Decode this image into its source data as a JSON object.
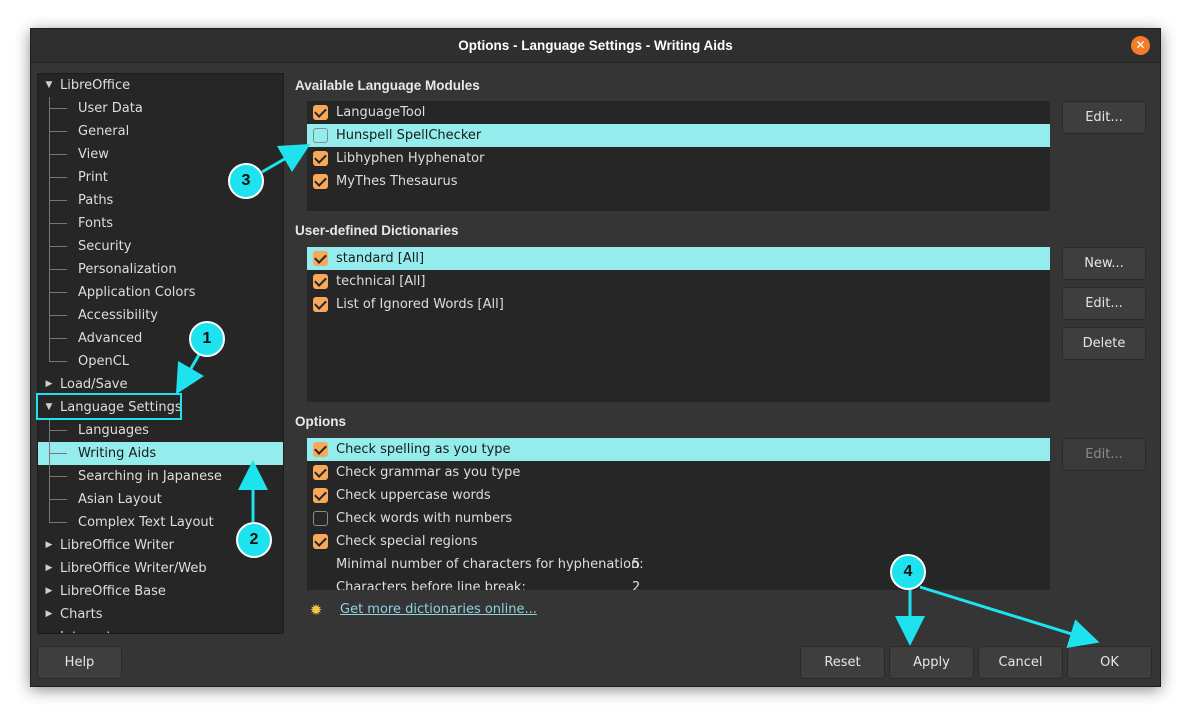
{
  "window": {
    "title": "Options - Language Settings - Writing Aids",
    "close_symbol": "✕"
  },
  "tree": {
    "items": [
      {
        "label": "LibreOffice",
        "level": 0,
        "expanded": true
      },
      {
        "label": "User Data",
        "level": 1
      },
      {
        "label": "General",
        "level": 1
      },
      {
        "label": "View",
        "level": 1
      },
      {
        "label": "Print",
        "level": 1
      },
      {
        "label": "Paths",
        "level": 1
      },
      {
        "label": "Fonts",
        "level": 1
      },
      {
        "label": "Security",
        "level": 1
      },
      {
        "label": "Personalization",
        "level": 1
      },
      {
        "label": "Application Colors",
        "level": 1
      },
      {
        "label": "Accessibility",
        "level": 1
      },
      {
        "label": "Advanced",
        "level": 1
      },
      {
        "label": "OpenCL",
        "level": 1
      },
      {
        "label": "Load/Save",
        "level": 0,
        "expanded": false
      },
      {
        "label": "Language Settings",
        "level": 0,
        "expanded": true
      },
      {
        "label": "Languages",
        "level": 1
      },
      {
        "label": "Writing Aids",
        "level": 1,
        "selected": true
      },
      {
        "label": "Searching in Japanese",
        "level": 1
      },
      {
        "label": "Asian Layout",
        "level": 1
      },
      {
        "label": "Complex Text Layout",
        "level": 1
      },
      {
        "label": "LibreOffice Writer",
        "level": 0,
        "expanded": false
      },
      {
        "label": "LibreOffice Writer/Web",
        "level": 0,
        "expanded": false
      },
      {
        "label": "LibreOffice Base",
        "level": 0,
        "expanded": false
      },
      {
        "label": "Charts",
        "level": 0,
        "expanded": false
      },
      {
        "label": "Internet",
        "level": 0,
        "expanded": false
      }
    ]
  },
  "modules": {
    "title": "Available Language Modules",
    "items": [
      {
        "label": "LanguageTool",
        "checked": true
      },
      {
        "label": "Hunspell SpellChecker",
        "checked": false,
        "selected": true
      },
      {
        "label": "Libhyphen Hyphenator",
        "checked": true
      },
      {
        "label": "MyThes Thesaurus",
        "checked": true
      }
    ],
    "edit_label": "Edit..."
  },
  "dictionaries": {
    "title": "User-defined Dictionaries",
    "items": [
      {
        "label": "standard [All]",
        "checked": true,
        "selected": true
      },
      {
        "label": "technical [All]",
        "checked": true
      },
      {
        "label": "List of Ignored Words [All]",
        "checked": true
      }
    ],
    "new_label": "New...",
    "edit_label": "Edit...",
    "delete_label": "Delete"
  },
  "options": {
    "title": "Options",
    "items": [
      {
        "label": "Check spelling as you type",
        "checked": true,
        "selected": true
      },
      {
        "label": "Check grammar as you type",
        "checked": true
      },
      {
        "label": "Check uppercase words",
        "checked": true
      },
      {
        "label": "Check words with numbers",
        "checked": false
      },
      {
        "label": "Check special regions",
        "checked": true
      },
      {
        "label": "Minimal number of characters for hyphenation:",
        "value": "5"
      },
      {
        "label": "Characters before line break:",
        "value": "2"
      }
    ],
    "edit_label": "Edit..."
  },
  "more_dictionaries_link": "Get more dictionaries online...",
  "footer": {
    "help": "Help",
    "reset": "Reset",
    "apply": "Apply",
    "cancel": "Cancel",
    "ok": "OK"
  },
  "annotations": {
    "b1": "1",
    "b2": "2",
    "b3": "3",
    "b4": "4"
  },
  "colors": {
    "accent": "#1ee3ee",
    "selection": "#94ecec",
    "checkbox": "#f7a959",
    "close": "#f57c2b"
  }
}
